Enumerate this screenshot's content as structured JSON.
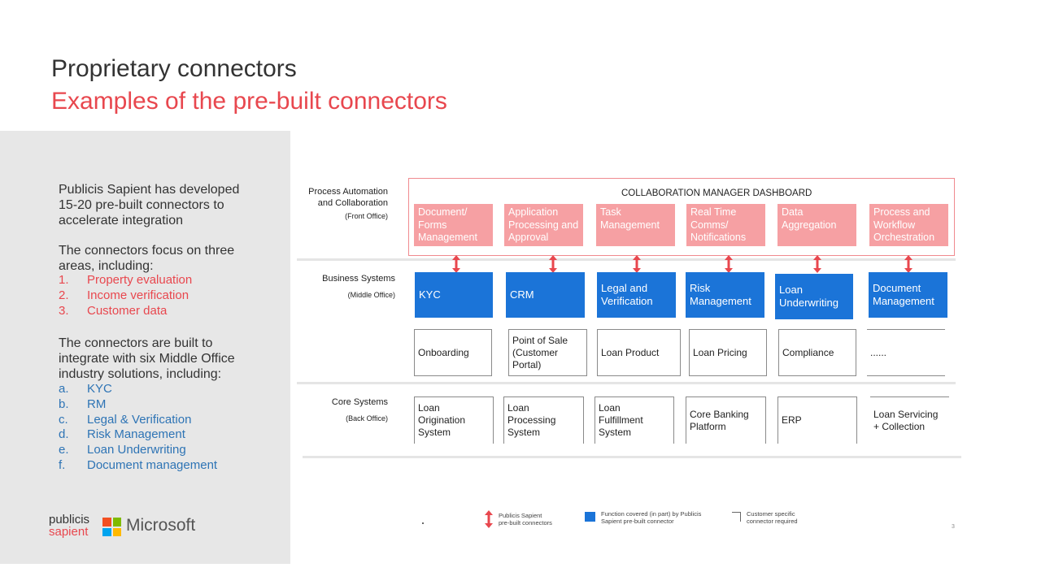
{
  "title": "Proprietary connectors",
  "subtitle": "Examples of the pre-built connectors",
  "left_panel": {
    "intro": [
      "Publicis Sapient has developed",
      "15-20 pre-built connectors to",
      "accelerate integration"
    ],
    "focus_intro": [
      "The connectors focus on three",
      "areas, including:"
    ],
    "focus_items": [
      {
        "num": "1.",
        "label": "Property evaluation"
      },
      {
        "num": "2.",
        "label": "Income verification"
      },
      {
        "num": "3.",
        "label": "Customer data"
      }
    ],
    "built_intro": [
      "The connectors are built to",
      "integrate with six Middle Office",
      "industry solutions, including:"
    ],
    "built_items": [
      {
        "num": "a.",
        "label": "KYC"
      },
      {
        "num": "b.",
        "label": "RM"
      },
      {
        "num": "c.",
        "label": "Legal & Verification"
      },
      {
        "num": "d.",
        "label": "Risk Management"
      },
      {
        "num": "e.",
        "label": "Loan Underwriting"
      },
      {
        "num": "f.",
        "label": "Document management"
      }
    ]
  },
  "logos": {
    "ps_line1": "publicis",
    "ps_line2": "sapient",
    "microsoft": "Microsoft",
    "ms_colors": [
      "#f25022",
      "#7fba00",
      "#00a4ef",
      "#ffb900"
    ]
  },
  "diagram": {
    "rows": [
      {
        "label_lines": [
          "Process Automation",
          "and Collaboration"
        ],
        "sub": "(Front Office)"
      },
      {
        "label_lines": [
          "Business Systems"
        ],
        "sub": "(Middle Office)"
      },
      {
        "label_lines": [
          "Core Systems"
        ],
        "sub": "(Back Office)"
      }
    ],
    "dashboard_title": "COLLABORATION MANAGER DASHBOARD",
    "front_office": [
      [
        "Document/",
        "Forms",
        "Management"
      ],
      [
        "Application",
        "Processing and",
        "Approval"
      ],
      [
        "Task",
        "Management"
      ],
      [
        "Real Time",
        "Comms/",
        "Notifications"
      ],
      [
        "Data",
        "Aggregation"
      ],
      [
        "Process and",
        "Workflow",
        "Orchestration"
      ]
    ],
    "middle_office": [
      [
        "KYC"
      ],
      [
        "CRM"
      ],
      [
        "Legal and",
        "Verification"
      ],
      [
        "Risk",
        "Management"
      ],
      [
        "Loan",
        "Underwriting"
      ],
      [
        "Document",
        "Management"
      ]
    ],
    "middle_office_custom": [
      [
        "Onboarding"
      ],
      [
        "Point of Sale",
        "(Customer",
        "Portal)"
      ],
      [
        "Loan Product"
      ],
      [
        "Loan Pricing"
      ],
      [
        "Compliance"
      ],
      [
        "......"
      ]
    ],
    "back_office": [
      [
        "Loan Origination",
        "System"
      ],
      [
        "Loan",
        "Processing",
        "System"
      ],
      [
        "Loan",
        "Fulfillment",
        "System"
      ],
      [
        "Core Banking",
        "Platform"
      ],
      [
        "ERP"
      ],
      [
        "Loan Servicing",
        "+ Collection"
      ]
    ],
    "colors": {
      "pink": "#f6a0a3",
      "blue": "#1b74d8",
      "arrow": "#e8474e",
      "border": "#f08a8f"
    }
  },
  "legend": {
    "arrow_label": [
      "Publicis Sapient",
      "pre-built connectors"
    ],
    "blue_label": [
      "Function covered (in part) by Publicis",
      "Sapient pre-built connector"
    ],
    "outline_label": [
      "Customer specific",
      "connector required"
    ]
  },
  "page_number": "3"
}
